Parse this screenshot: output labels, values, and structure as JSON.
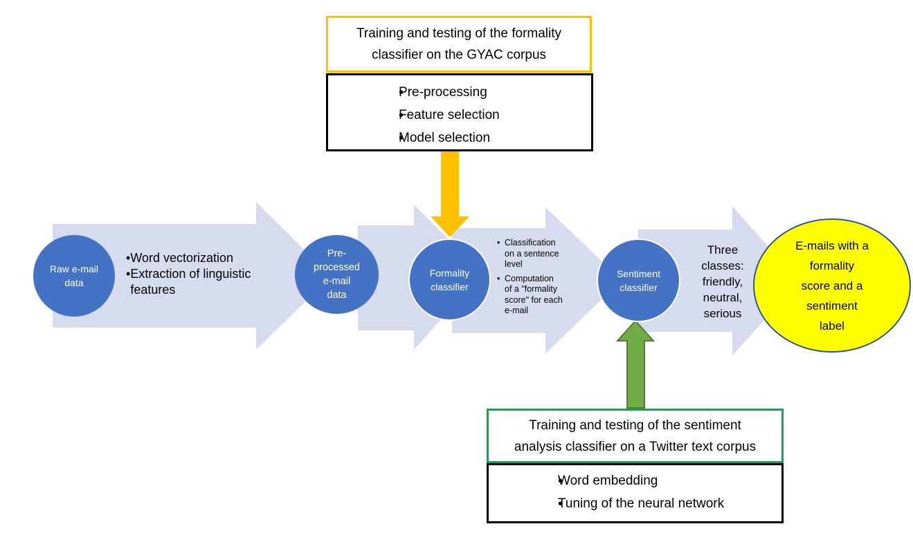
{
  "colors": {
    "arrow_fill": "#D6DCED",
    "circle_blue": "#4472C4",
    "orange_arrow": "#FFC000",
    "green_arrow": "#70AD47",
    "orange_border": "#FFC000",
    "green_border": "#00B050",
    "output_yellow": "#FFFF00"
  },
  "formality_training": {
    "title": "Training and testing of the formality\nclassifier on the GYAC corpus",
    "steps": [
      "Pre-processing",
      "Feature selection",
      "Model selection"
    ]
  },
  "sentiment_training": {
    "title": "Training and testing of the sentiment\nanalysis classifier on a Twitter text corpus",
    "steps": [
      "Word embedding",
      "Tuning of the neural network"
    ]
  },
  "pipeline": {
    "raw_data": "Raw e-mail\ndata",
    "raw_steps": [
      "Word vectorization",
      "Extraction of linguistic\nfeatures"
    ],
    "preprocessed": "Pre-\nprocessed\ne-mail\ndata",
    "formality_classifier": "Formality\nclassifier",
    "formality_steps": [
      "Classification\non a sentence\nlevel",
      "Computation\nof a \"formality\nscore\" for each\ne-mail"
    ],
    "sentiment_classifier": "Sentiment\nclassifier",
    "sentiment_steps": "Three\nclasses:\nfriendly,\nneutral,\nserious",
    "output": "E-mails with a\nformality\nscore and a\nsentiment\nlabel"
  }
}
